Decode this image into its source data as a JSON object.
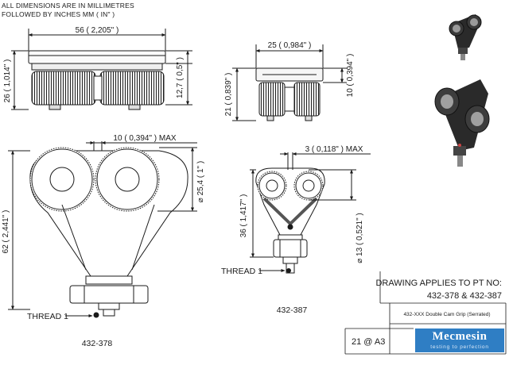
{
  "notes": {
    "line1": "ALL DIMENSIONS ARE IN MILLIMETRES",
    "line2": "FOLLOWED BY INCHES   MM ( IN\" )"
  },
  "dimensions": {
    "top_width": "56 ( 2,205\" )",
    "top_cap_height": "12,7 ( 0,5\" )",
    "top_total_height": "26 ( 1,014\" )",
    "small_top_width": "25 ( 0,984\" )",
    "small_cap_height": "10 ( 0,394\" )",
    "small_total_height": "21 ( 0,839\" )",
    "large_gap_max": "10 ( 0,394\" ) MAX",
    "large_roller_dia": "⌀ 25,4 ( 1\" )",
    "large_height": "62 ( 2,441\" )",
    "small_gap_max": "3 ( 0,118\" ) MAX",
    "small_height": "36 ( 1,417\" )",
    "small_roller_dia": "⌀ 13 ( 0,521\" )"
  },
  "labels": {
    "thread_large": "THREAD 1",
    "thread_small": "THREAD 1",
    "part_large": "432-378",
    "part_small": "432-387"
  },
  "title_block": {
    "applies_heading": "DRAWING APPLIES TO PT NO:",
    "applies_parts": "432-378 & 432-387",
    "description": "432-XXX Double Cam Grip (Serrated)",
    "sheet": "21 @ A3",
    "logo": "Mecmesin",
    "tagline": "testing to perfection"
  },
  "colors": {
    "line": "#1a1a1a",
    "logo_blue": "#2f7ec4"
  }
}
